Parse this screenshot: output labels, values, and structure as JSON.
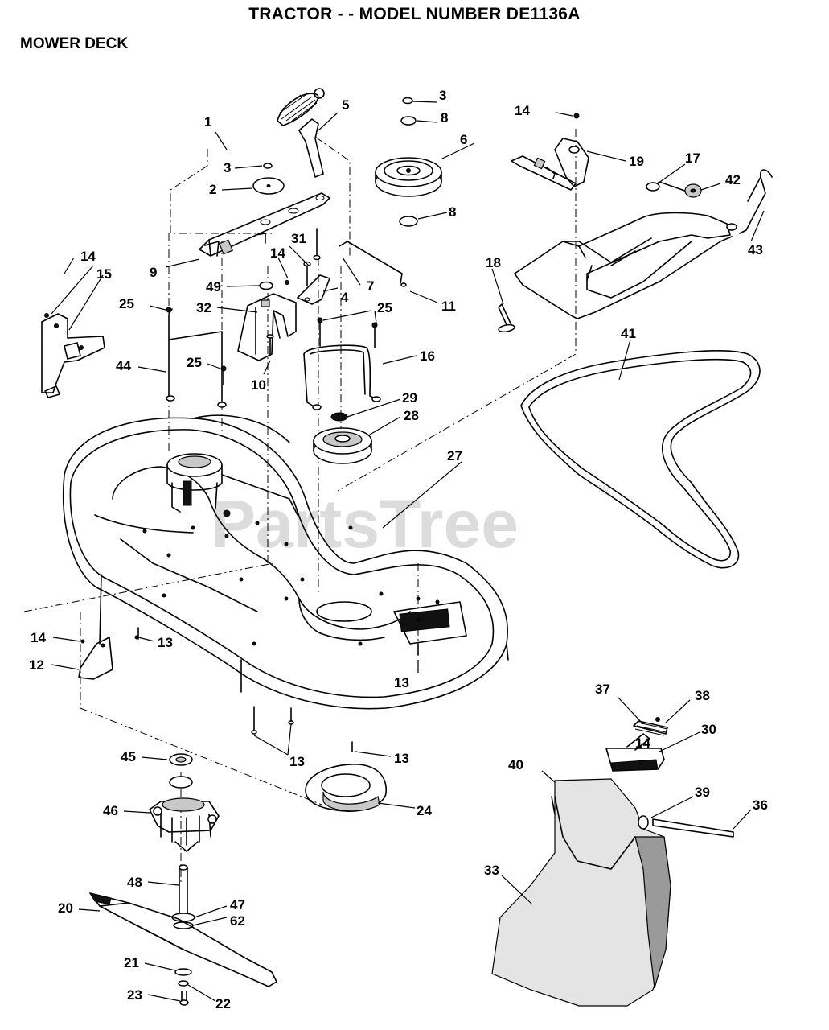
{
  "header": {
    "title": "TRACTOR - - MODEL NUMBER DE1136A",
    "section": "MOWER DECK"
  },
  "watermark": {
    "text": "PartsTree",
    "mark": "TM"
  },
  "callouts": {
    "c1": "1",
    "c2": "2",
    "c3a": "3",
    "c3b": "3",
    "c4": "4",
    "c5": "5",
    "c6": "6",
    "c7": "7",
    "c8a": "8",
    "c8b": "8",
    "c9": "9",
    "c10": "10",
    "c11": "11",
    "c12": "12",
    "c13a": "13",
    "c13b": "13",
    "c13c": "13",
    "c13d": "13",
    "c14a": "14",
    "c14b": "14",
    "c14c": "14",
    "c14d": "14",
    "c14e": "14",
    "c15": "15",
    "c16": "16",
    "c17": "17",
    "c18": "18",
    "c19": "19",
    "c20": "20",
    "c21": "21",
    "c22": "22",
    "c23": "23",
    "c24": "24",
    "c25a": "25",
    "c25b": "25",
    "c25c": "25",
    "c27": "27",
    "c28": "28",
    "c29": "29",
    "c30": "30",
    "c31": "31",
    "c32": "32",
    "c33": "33",
    "c36": "36",
    "c37": "37",
    "c38": "38",
    "c39": "39",
    "c40": "40",
    "c41": "41",
    "c42": "42",
    "c43": "43",
    "c44": "44",
    "c45": "45",
    "c46": "46",
    "c47": "47",
    "c48": "48",
    "c49": "49",
    "c62": "62"
  }
}
